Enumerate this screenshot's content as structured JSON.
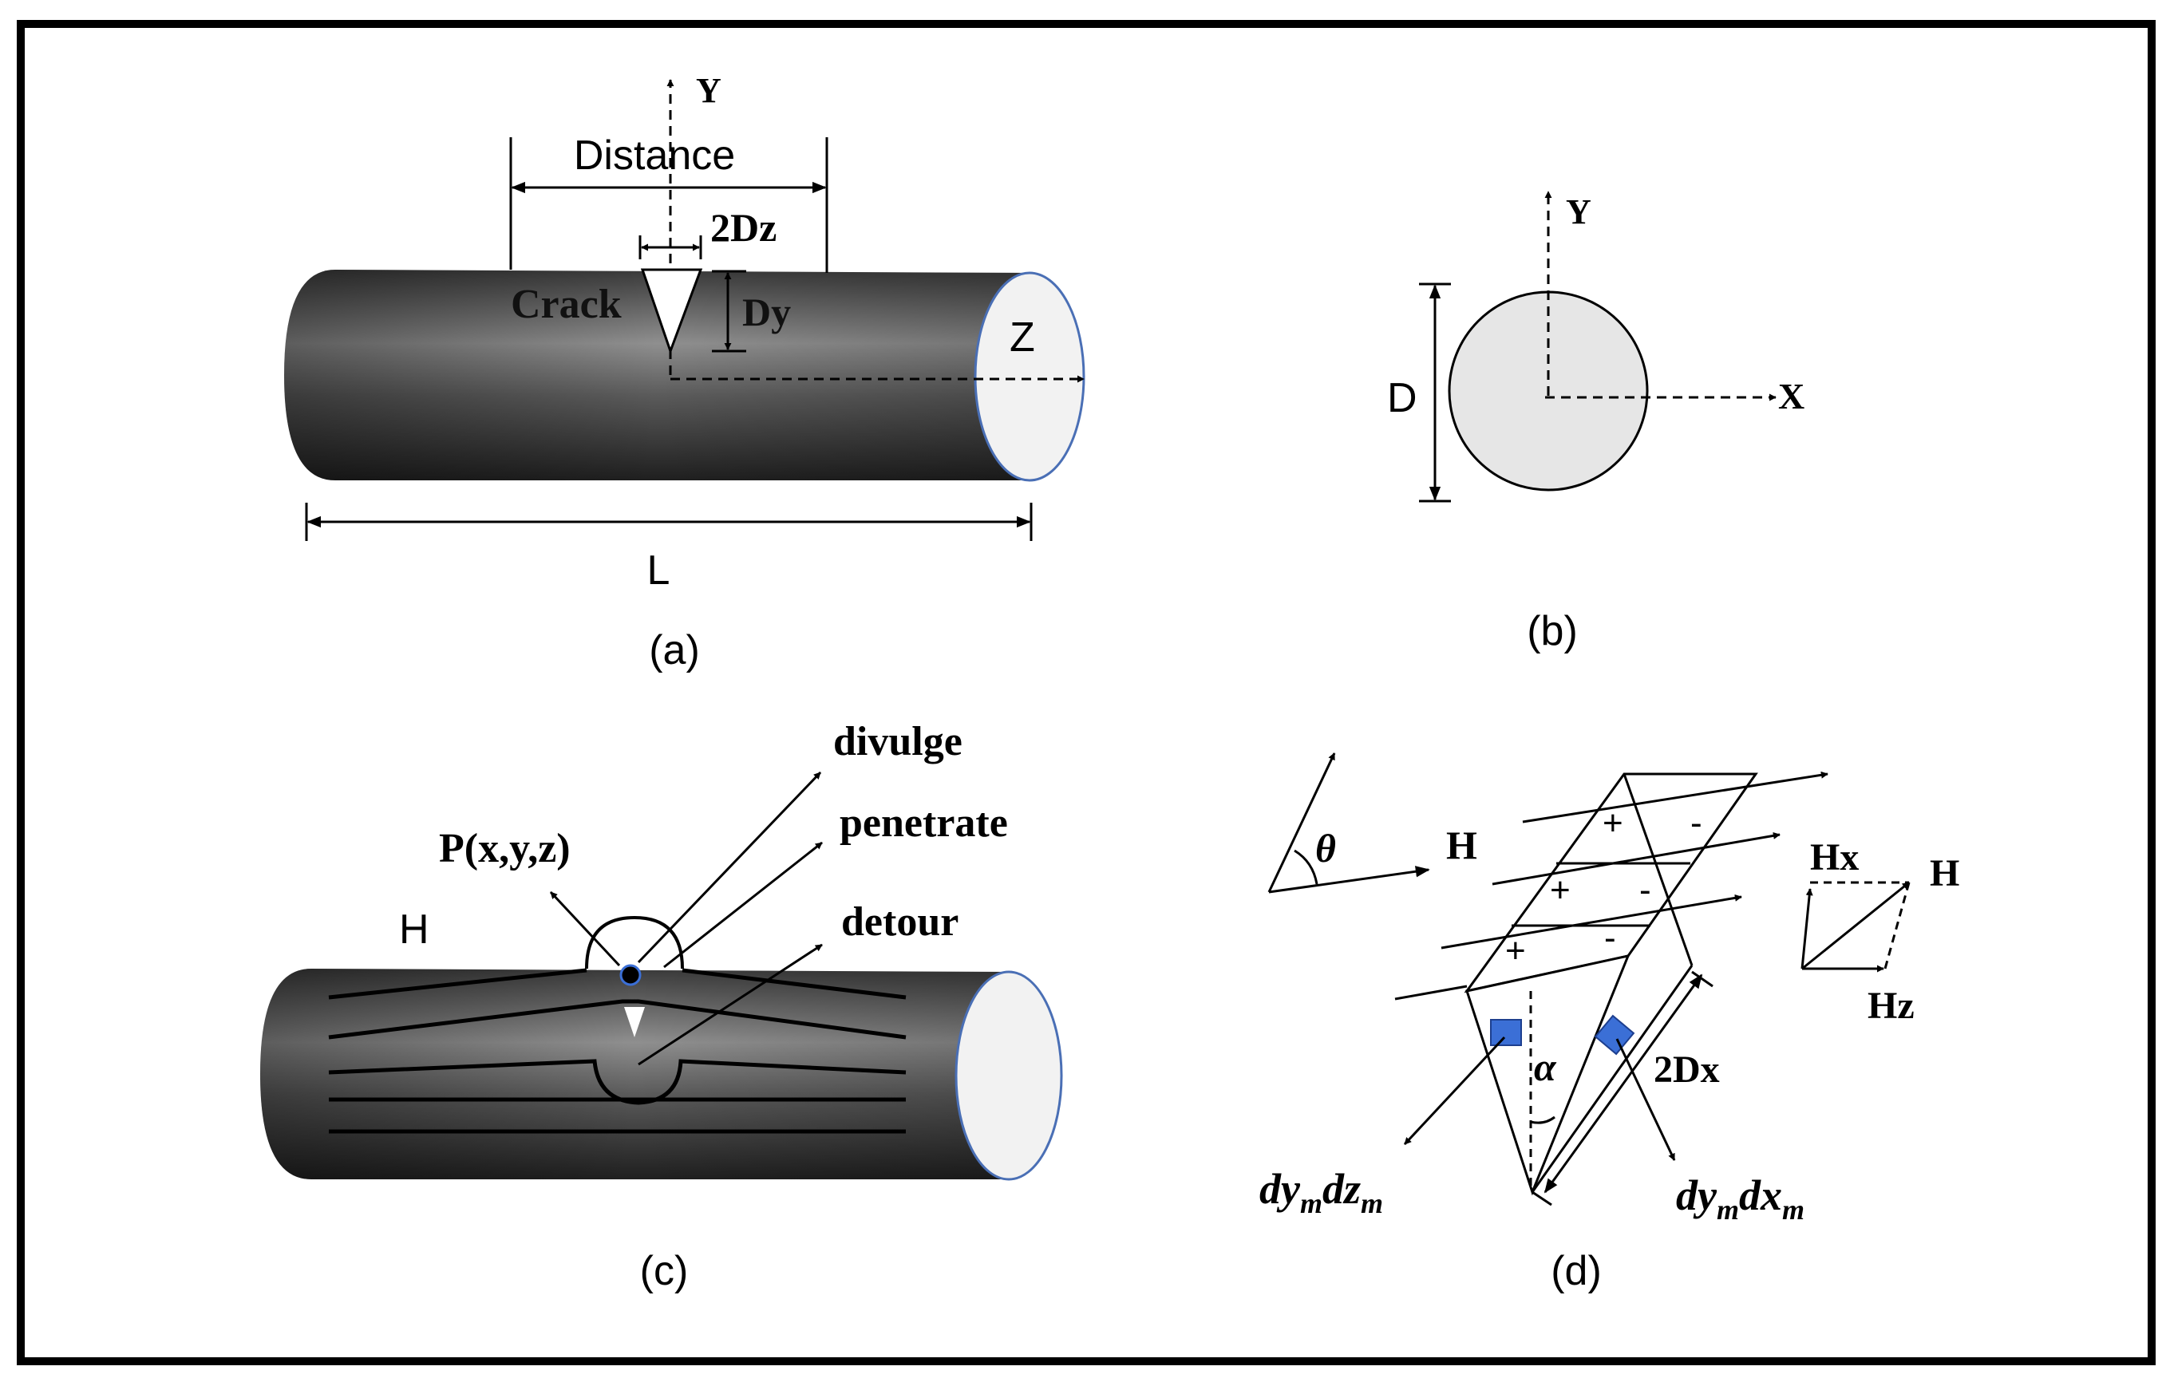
{
  "colors": {
    "frame": "#000000",
    "rod_dark": "#2b2b2b",
    "rod_light": "#9a9a9a",
    "end_face": "#f2f2f2",
    "end_edge": "#4a6fb5",
    "section_fill": "#e6e6e6",
    "sensor": "#3b6fd6"
  },
  "panel_a": {
    "caption": "(a)",
    "axis_y": "Y",
    "axis_z": "Z",
    "distance": "Distance",
    "crack_width": "2Dz",
    "crack": "Crack",
    "crack_depth": "Dy",
    "length": "L"
  },
  "panel_b": {
    "caption": "(b)",
    "axis_y": "Y",
    "axis_x": "X",
    "diameter": "D"
  },
  "panel_c": {
    "caption": "(c)",
    "point": "P(x,y,z)",
    "field": "H",
    "divulge": "divulge",
    "penetrate": "penetrate",
    "detour": "detour"
  },
  "panel_d": {
    "caption": "(d)",
    "theta": "θ",
    "field": "H",
    "alpha": "α",
    "width": "2Dx",
    "hx": "Hx",
    "hz": "Hz",
    "h_right": "H",
    "plus": "+",
    "minus": "-",
    "dz_term": "dy",
    "dz_sub1": "m",
    "dz_term2": "dz",
    "dz_sub2": "m",
    "dx_term": "dy",
    "dx_sub1": "m",
    "dx_term2": "dx",
    "dx_sub2": "m"
  }
}
